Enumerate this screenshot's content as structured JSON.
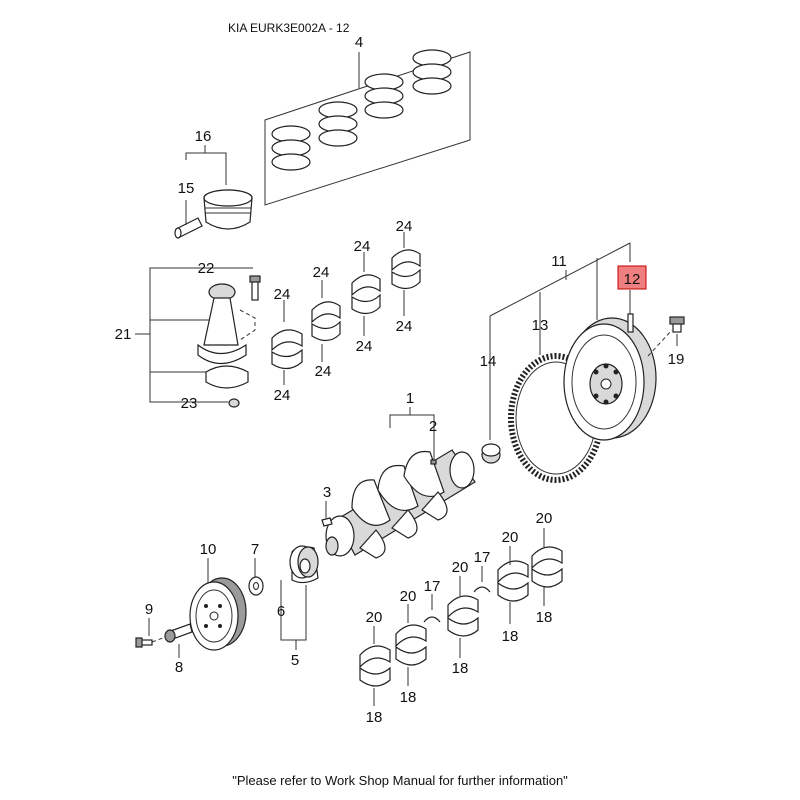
{
  "header": {
    "title": "KIA EURK3E002A - 12"
  },
  "footer": {
    "note": "\"Please refer to Work Shop Manual for further information\""
  },
  "highlight": {
    "callout": "12",
    "color": "#f08080"
  },
  "callouts": {
    "c1": "1",
    "c2": "2",
    "c3": "3",
    "c4": "4",
    "c5": "5",
    "c6": "6",
    "c7": "7",
    "c8": "8",
    "c9": "9",
    "c10": "10",
    "c11": "11",
    "c12": "12",
    "c13": "13",
    "c14": "14",
    "c15": "15",
    "c16": "16",
    "c17": "17",
    "c18": "18",
    "c19": "19",
    "c20": "20",
    "c21": "21",
    "c22": "22",
    "c23": "23",
    "c24": "24"
  }
}
